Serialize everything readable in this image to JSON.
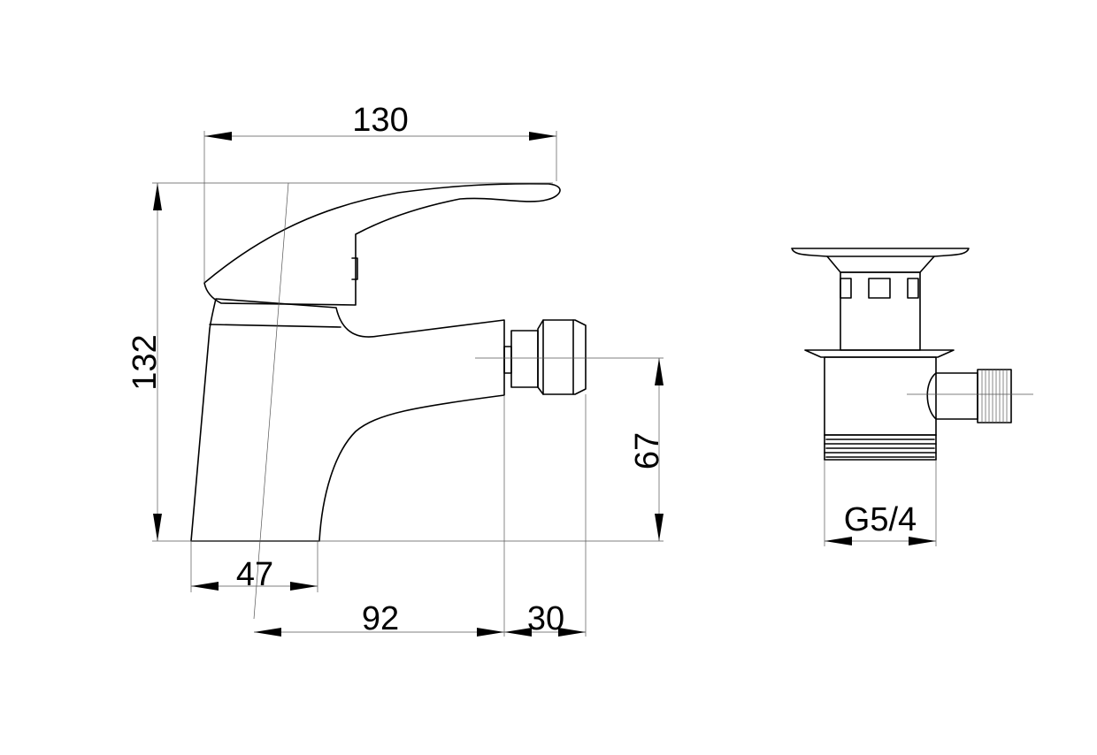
{
  "dimensions": {
    "top_width": "130",
    "height_total": "132",
    "outlet_height": "67",
    "base_width": "47",
    "spout_reach": "92",
    "nozzle_length": "30",
    "waste_thread": "G5/4"
  }
}
